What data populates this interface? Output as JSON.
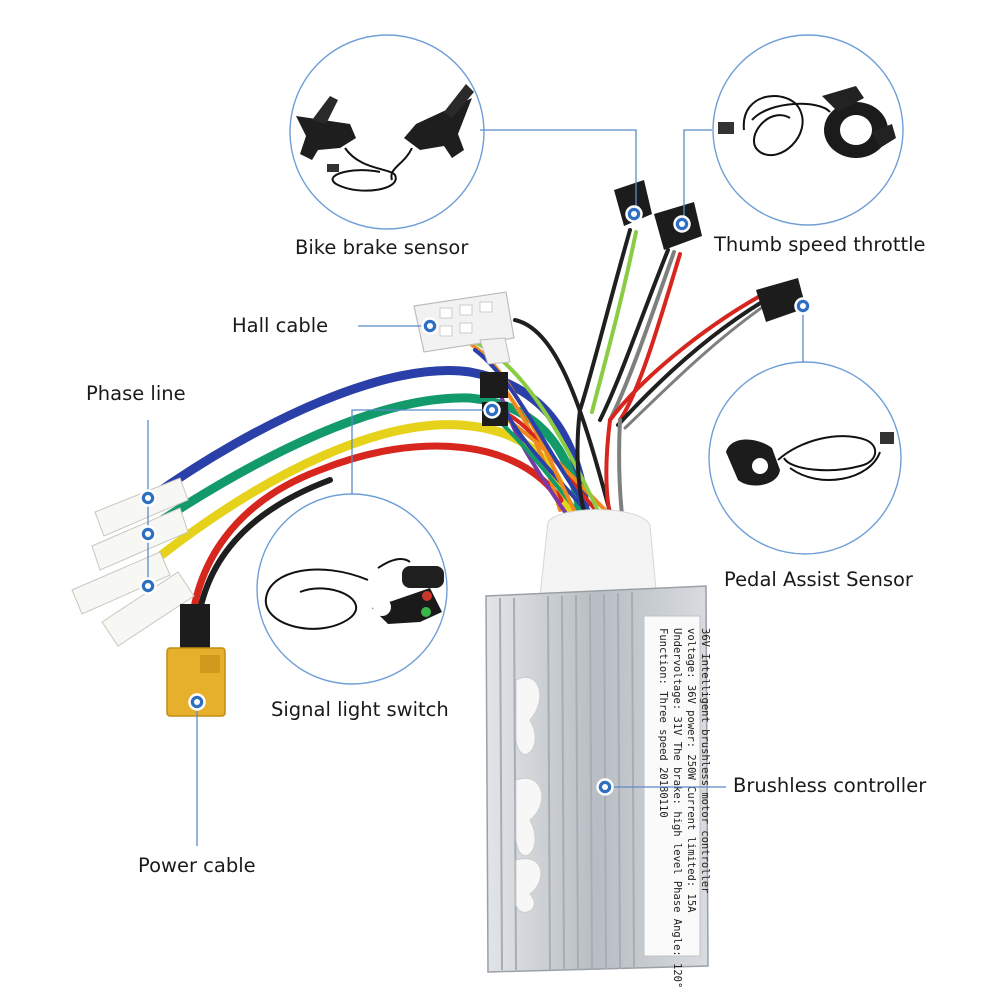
{
  "labels": {
    "brake": "Bike brake sensor",
    "throttle": "Thumb speed throttle",
    "hall": "Hall cable",
    "phase": "Phase line",
    "pedal": "Pedal Assist Sensor",
    "signal": "Signal light switch",
    "controller": "Brushless controller",
    "power": "Power cable"
  },
  "controller_label": {
    "lines": [
      "36V Intelligent brushless motor controller",
      "voltage: 36V  power: 250W   Current limited: 15A",
      "Undervoltage: 31V  The brake: high level  Phase Angle: 120°",
      "Function: Three speed   20180110"
    ]
  },
  "colors": {
    "callout_line": "#5b8bc8",
    "callout_dot": "#2f6fc2",
    "circle_stroke": "#6f9fd6",
    "wire_red": "#d7261e",
    "wire_blue": "#2a3fa8",
    "wire_green": "#139a6b",
    "wire_yellow": "#e6d21a",
    "wire_black": "#1f1f1f",
    "wire_grey": "#7f7f7f",
    "wire_lightgreen": "#8ccc45",
    "wire_orange": "#f08a1c",
    "wire_purple": "#7a3aa5",
    "controller_body": "#c9cdd2",
    "xt60_yellow": "#e7b02c"
  }
}
